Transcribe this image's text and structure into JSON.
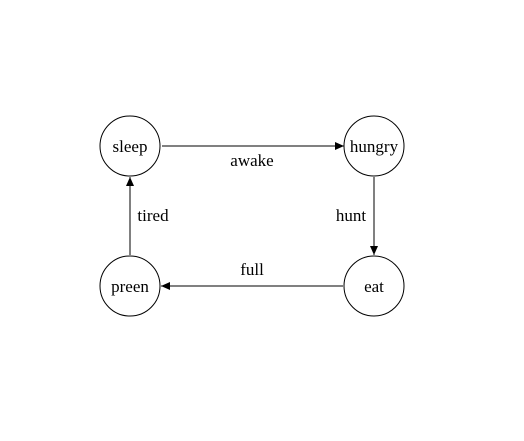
{
  "diagram": {
    "colors": {
      "stroke": "#000000",
      "fill": "#ffffff",
      "background": "#ffffff"
    },
    "nodes": {
      "sleep": {
        "label": "sleep"
      },
      "hungry": {
        "label": "hungry"
      },
      "eat": {
        "label": "eat"
      },
      "preen": {
        "label": "preen"
      }
    },
    "edges": {
      "awake": {
        "from": "sleep",
        "to": "hungry",
        "label": "awake"
      },
      "hunt": {
        "from": "hungry",
        "to": "eat",
        "label": "hunt"
      },
      "full": {
        "from": "eat",
        "to": "preen",
        "label": "full"
      },
      "tired": {
        "from": "preen",
        "to": "sleep",
        "label": "tired"
      }
    }
  }
}
